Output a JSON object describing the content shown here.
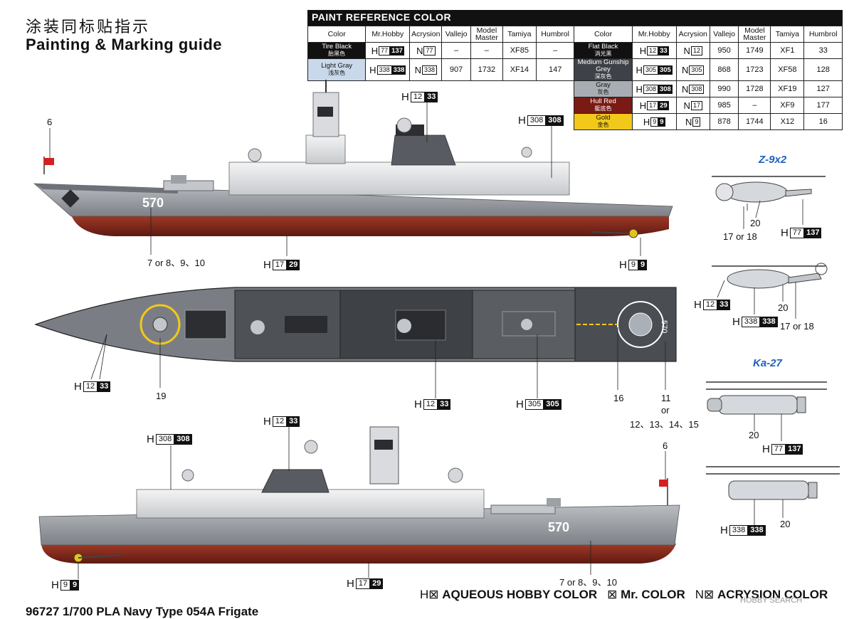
{
  "title_cn": "涂装同标贴指示",
  "title_en": "Painting & Marking guide",
  "paint_table": {
    "header": "PAINT  REFERENCE COLOR",
    "columns": [
      "Color",
      "Mr.Hobby",
      "Acrysion",
      "Vallejo",
      "Model Master",
      "Tamiya",
      "Humbrol"
    ],
    "left_rows": [
      {
        "name": "Tire Black",
        "cn": "胎黑色",
        "swatch": "#111111",
        "text": "#ffffff",
        "h_box": "77",
        "h_fill": "137",
        "n": "77",
        "vallejo": "–",
        "mm": "–",
        "tamiya": "XF85",
        "humbrol": "–"
      },
      {
        "name": "Light Gray",
        "cn": "浅灰色",
        "swatch": "#c9d8ea",
        "text": "#111111",
        "h_box": "338",
        "h_fill": "338",
        "n": "338",
        "vallejo": "907",
        "mm": "1732",
        "tamiya": "XF14",
        "humbrol": "147"
      }
    ],
    "right_rows": [
      {
        "name": "Flat Black",
        "cn": "消光黑",
        "swatch": "#111111",
        "text": "#ffffff",
        "h_box": "12",
        "h_fill": "33",
        "n": "12",
        "vallejo": "950",
        "mm": "1749",
        "tamiya": "XF1",
        "humbrol": "33"
      },
      {
        "name": "Medium Gunship Grey",
        "cn": "深灰色",
        "swatch": "#3e4248",
        "text": "#ffffff",
        "h_box": "305",
        "h_fill": "305",
        "n": "305",
        "vallejo": "868",
        "mm": "1723",
        "tamiya": "XF58",
        "humbrol": "128"
      },
      {
        "name": "Gray",
        "cn": "灰色",
        "swatch": "#a7adb3",
        "text": "#111111",
        "h_box": "308",
        "h_fill": "308",
        "n": "308",
        "vallejo": "990",
        "mm": "1728",
        "tamiya": "XF19",
        "humbrol": "127"
      },
      {
        "name": "Hull Red",
        "cn": "艇底色",
        "swatch": "#7a1a14",
        "text": "#ffffff",
        "h_box": "17",
        "h_fill": "29",
        "n": "17",
        "vallejo": "985",
        "mm": "–",
        "tamiya": "XF9",
        "humbrol": "177"
      },
      {
        "name": "Gold",
        "cn": "金色",
        "swatch": "#f2c81a",
        "text": "#111111",
        "h_box": "9",
        "h_fill": "9",
        "n": "9",
        "vallejo": "878",
        "mm": "1744",
        "tamiya": "X12",
        "humbrol": "16"
      }
    ]
  },
  "callouts": {
    "top_mast": {
      "box": "12",
      "fill": "33"
    },
    "top_super": {
      "box": "308",
      "fill": "308"
    },
    "top_hull": {
      "box": "17",
      "fill": "29"
    },
    "top_prop": {
      "box": "9",
      "fill": "9"
    },
    "plan_bow": {
      "box": "12",
      "fill": "33"
    },
    "plan_mid": {
      "box": "12",
      "fill": "33"
    },
    "plan_deck": {
      "box": "305",
      "fill": "305"
    },
    "bot_super": {
      "box": "308",
      "fill": "308"
    },
    "bot_mast": {
      "box": "12",
      "fill": "33"
    },
    "bot_prop": {
      "box": "9",
      "fill": "9"
    },
    "bot_hull": {
      "box": "17",
      "fill": "29"
    },
    "z9_1": {
      "box": "77",
      "fill": "137"
    },
    "z9_2": {
      "box": "12",
      "fill": "33"
    },
    "z9_3": {
      "box": "338",
      "fill": "338"
    },
    "ka_1": {
      "box": "77",
      "fill": "137"
    },
    "ka_2": {
      "box": "338",
      "fill": "338"
    }
  },
  "labels": {
    "flag_top": "6",
    "guns_top": "7 or 8、9、10",
    "hull_number": "570",
    "plan_19": "19",
    "plan_16": "16",
    "plan_11": "11",
    "plan_or": "or",
    "plan_12_15": "12、13、14、15",
    "flag_bot": "6",
    "guns_bot": "7 or 8、9、10",
    "z9_20a": "20",
    "z9_17a": "17 or 18",
    "z9_20b": "20",
    "z9_17b": "17 or 18",
    "ka_20a": "20",
    "ka_20b": "20"
  },
  "helicopters": {
    "z9": "Z-9x2",
    "ka27": "Ka-27"
  },
  "legend": {
    "h_label": "AQUEOUS HOBBY COLOR",
    "m_label": "Mr. COLOR",
    "n_label": "ACRYSION COLOR"
  },
  "footer": "96727 1/700 PLA Navy Type 054A Frigate",
  "watermark": "HOBBY SEARCH",
  "colors": {
    "hull_gray": "#9fa3a8",
    "super_white": "#e6e8ea",
    "hull_red": "#8a2a1c",
    "deck_dark": "#55585c",
    "accent_blue": "#1f5fc0"
  }
}
